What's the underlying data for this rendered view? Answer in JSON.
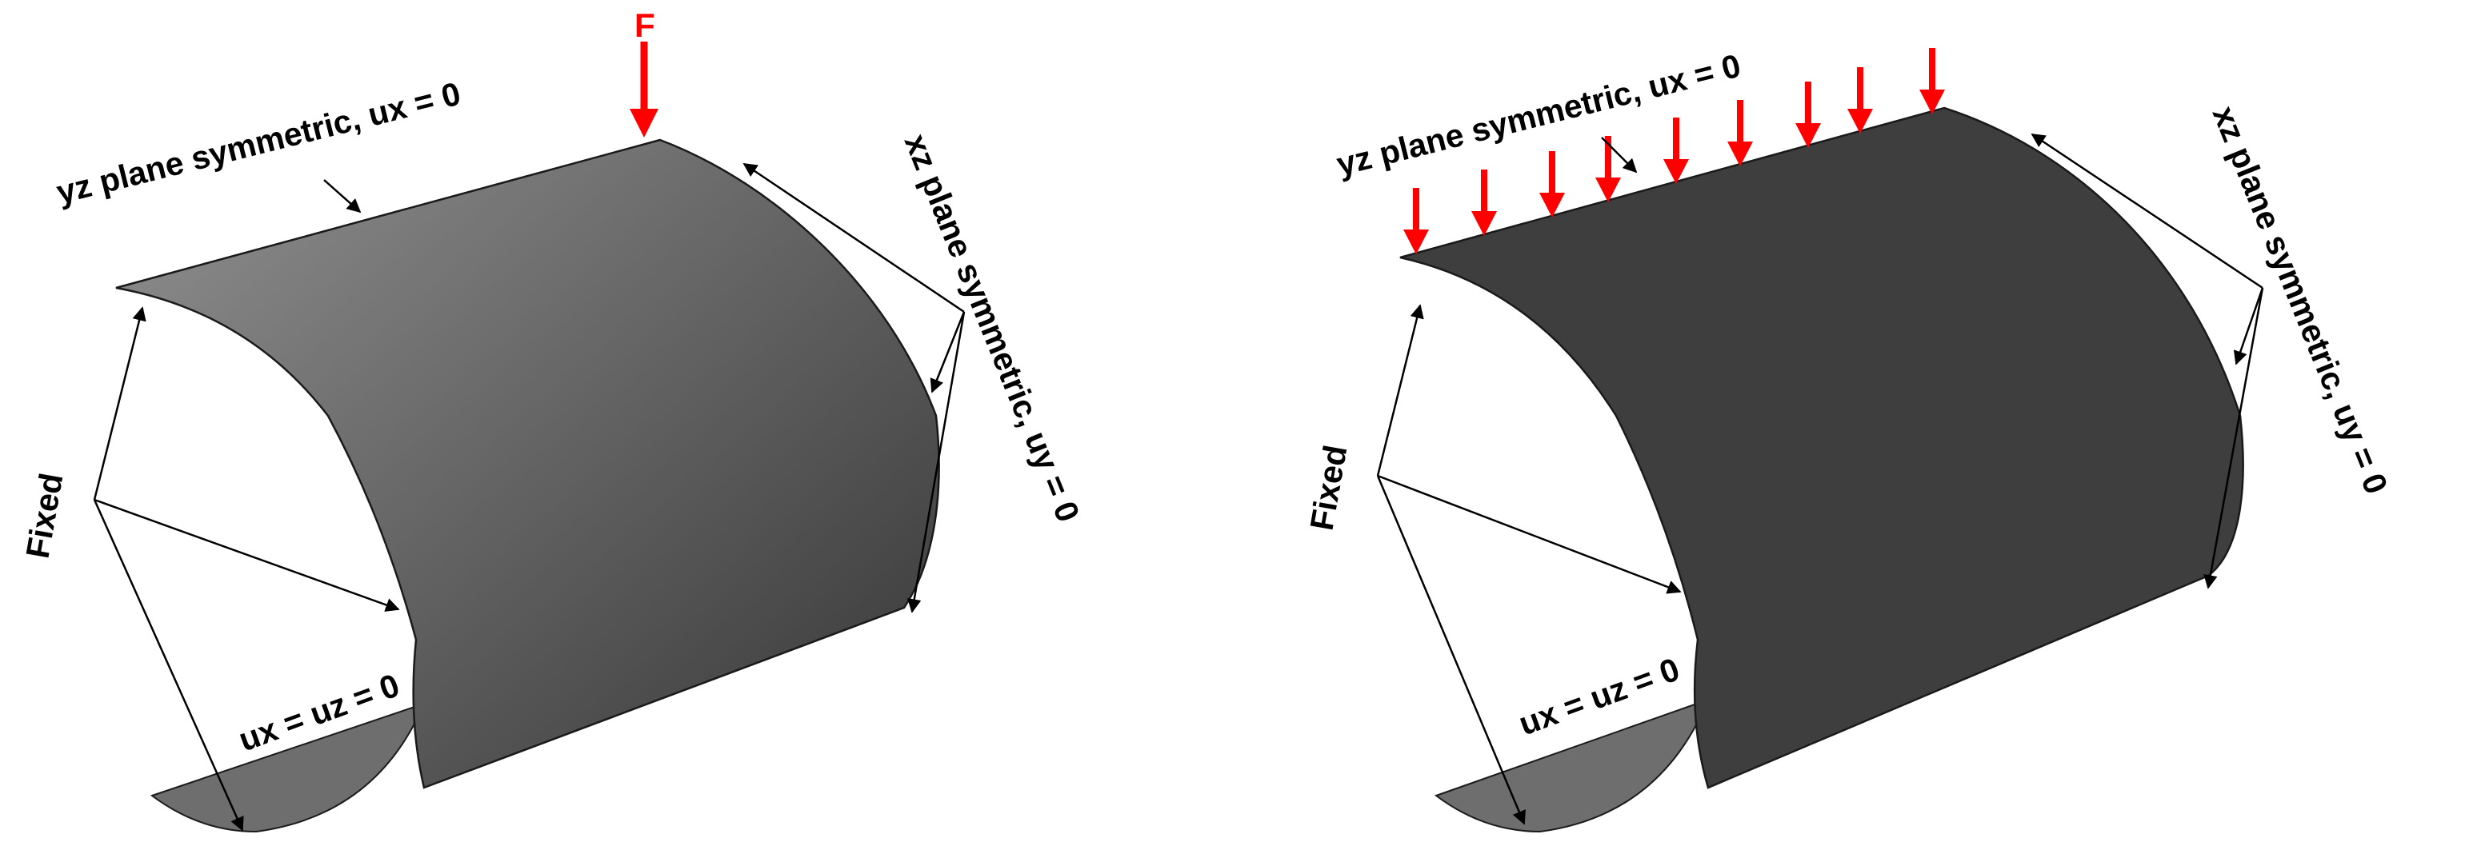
{
  "labels": {
    "force": "F",
    "yz_symmetric": "yz plane symmetric, ux = 0",
    "xz_symmetric": "xz plane symmetric, uy = 0",
    "fixed": "Fixed",
    "ux_uz": "ux = uz = 0"
  },
  "icons": {
    "point_load": "arrow-down-icon",
    "distributed_load": "arrow-down-icon"
  },
  "colors": {
    "load": "#ff0000",
    "shell_light": "#8a8a8a",
    "shell_dark": "#3e3e3e",
    "outline": "#1a1a1a",
    "background": "#ffffff"
  }
}
